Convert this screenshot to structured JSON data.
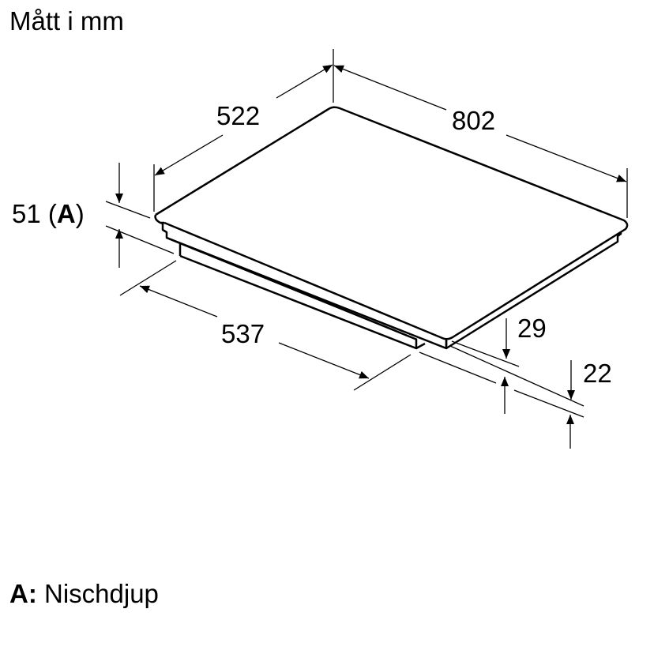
{
  "title": "Mått i mm",
  "dimensions": {
    "width": "802",
    "depth": "522",
    "cutout_depth": "537",
    "niche": "51",
    "niche_label": "A",
    "top_thickness": "29",
    "lower_thickness": "22"
  },
  "legend": {
    "key": "A:",
    "text": "Nischdjup"
  },
  "colors": {
    "line": "#000000",
    "background": "#ffffff"
  }
}
